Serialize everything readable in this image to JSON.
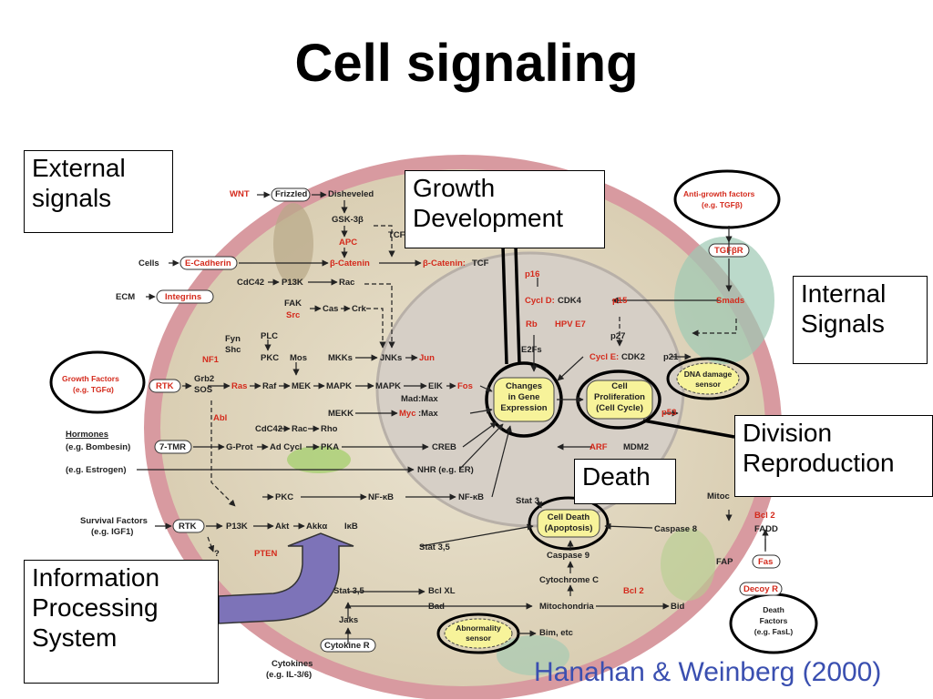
{
  "title": "Cell signaling",
  "callouts": {
    "external": [
      "External",
      "signals"
    ],
    "growth": [
      "Growth",
      "Development"
    ],
    "internal": [
      "Internal",
      "Signals"
    ],
    "division": [
      "Division",
      "Reproduction"
    ],
    "death": "Death",
    "info": [
      "Information",
      "Processing",
      "System"
    ]
  },
  "credit": "Hanahan & Weinberg (2000)",
  "pathway": {
    "wnt": "WNT",
    "frizzled": "Frizzled",
    "disheveled": "Disheveled",
    "gsk": "GSK-3β",
    "apc": "APC",
    "tcf": "TCF",
    "cells": "Cells",
    "ecadherin": "E-Cadherin",
    "bcatenin1": "β-Catenin",
    "bcatenin2": "β-Catenin:",
    "tcf2": "TCF",
    "cdc42a": "CdC42",
    "p13ka": "P13K",
    "rac1": "Rac",
    "ecm": "ECM",
    "integrins": "Integrins",
    "fak": "FAK",
    "src": "Src",
    "cas": "Cas",
    "crk": "Crk",
    "fyn": "Fyn",
    "shc": "Shc",
    "plc": "PLC",
    "pkc1": "PKC",
    "mos": "Mos",
    "mkks": "MKKs",
    "jnks": "JNKs",
    "jun": "Jun",
    "nf1": "NF1",
    "gf1": "Growth Factors",
    "gf2": "(e.g. TGFα)",
    "rtk1": "RTK",
    "grb2": "Grb2",
    "sos": "SOS",
    "ras": "Ras",
    "raf": "Raf",
    "mek": "MEK",
    "mapk1": "MAPK",
    "mapk2": "MAPK",
    "elk": "ElK",
    "fos": "Fos",
    "madmax": "Mad:Max",
    "mekk": "MEKK",
    "myc": "Myc",
    "mycmax": ":Max",
    "abl": "Abl",
    "cdc42b": "CdC42",
    "rac2": "Rac",
    "rho": "Rho",
    "hormones": "Hormones",
    "bombesin": "(e.g. Bombesin)",
    "tmr": "7-TMR",
    "gprot": "G-Prot",
    "adcycl": "Ad Cycl",
    "pka": "PKA",
    "creb": "CREB",
    "estrogen": "(e.g. Estrogen)",
    "nhr": "NHR (e.g. ER)",
    "pkc2": "PKC",
    "nfkb1": "NF-κB",
    "nfkb2": "NF-κB",
    "stat3": "Stat 3",
    "surv1": "Survival Factors",
    "surv2": "(e.g. IGF1)",
    "rtk2": "RTK",
    "p13kb": "P13K",
    "akt": "Akt",
    "akka": "Akkα",
    "ikb": "IκB",
    "q": "?",
    "pten": "PTEN",
    "stat35a": "Stat 3,5",
    "stat35b": "Stat 3,5",
    "bclxl": "Bcl XL",
    "bad": "Bad",
    "jaks": "Jaks",
    "cytokiner": "Cytokine R",
    "cyto1": "Cytokines",
    "cyto2": "(e.g. IL-3/6)",
    "p16": "p16",
    "cycld": "Cycl D:",
    "cdk4": "CDK4",
    "p15": "p15",
    "rb": "Rb",
    "hpv": "HPV E7",
    "e2fs": "E2Fs",
    "p27": "p27",
    "cycle": "Cycl E:",
    "cdk2": "CDK2",
    "p21": "p21",
    "gene1": "Changes",
    "gene2": "in Gene",
    "gene3": "Expression",
    "prolif1": "Cell",
    "prolif2": "Proliferation",
    "prolif3": "(Cell Cycle)",
    "dna1": "DNA damage",
    "dna2": "sensor",
    "p53": "p53",
    "arf": "ARF",
    "mdm2": "MDM2",
    "agf1": "Anti-growth factors",
    "agf2": "(e.g. TGFβ)",
    "tgfbr": "TGFβR",
    "smads": "Smads",
    "apop1": "Cell Death",
    "apop2": "(Apoptosis)",
    "caspase9": "Caspase 9",
    "caspase8": "Caspase 8",
    "mito1": "Mitoc",
    "bcl2a": "Bcl 2",
    "fadd": "FADD",
    "fap": "FAP",
    "fas": "Fas",
    "decoy": "Decoy R",
    "cytc": "Cytochrome C",
    "bcl2b": "Bcl 2",
    "mito2": "Mitochondria",
    "bid": "Bid",
    "abn1": "Abnormality",
    "abn2": "sensor",
    "bim": "Bim, etc",
    "df1": "Death",
    "df2": "Factors",
    "df3": "(e.g. FasL)"
  }
}
